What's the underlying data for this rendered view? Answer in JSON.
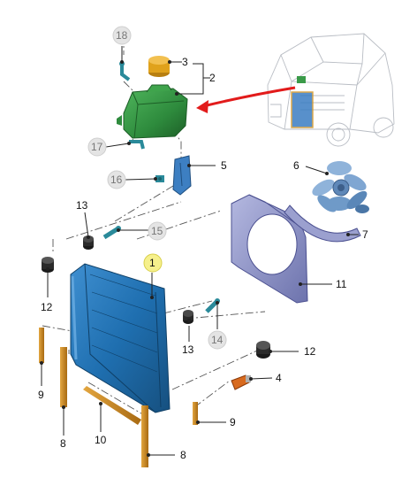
{
  "callouts": [
    {
      "id": "c1",
      "number": "1",
      "style": "highlight"
    },
    {
      "id": "c2",
      "number": "2",
      "style": "plain"
    },
    {
      "id": "c3",
      "number": "3",
      "style": "plain"
    },
    {
      "id": "c4",
      "number": "4",
      "style": "plain"
    },
    {
      "id": "c5",
      "number": "5",
      "style": "plain"
    },
    {
      "id": "c6",
      "number": "6",
      "style": "plain"
    },
    {
      "id": "c7",
      "number": "7",
      "style": "plain"
    },
    {
      "id": "c8a",
      "number": "8",
      "style": "plain"
    },
    {
      "id": "c8b",
      "number": "8",
      "style": "plain"
    },
    {
      "id": "c9a",
      "number": "9",
      "style": "plain"
    },
    {
      "id": "c9b",
      "number": "9",
      "style": "plain"
    },
    {
      "id": "c10",
      "number": "10",
      "style": "plain"
    },
    {
      "id": "c11",
      "number": "11",
      "style": "plain"
    },
    {
      "id": "c12a",
      "number": "12",
      "style": "plain"
    },
    {
      "id": "c12b",
      "number": "12",
      "style": "plain"
    },
    {
      "id": "c13a",
      "number": "13",
      "style": "plain"
    },
    {
      "id": "c13b",
      "number": "13",
      "style": "plain"
    },
    {
      "id": "c14",
      "number": "14",
      "style": "ghost"
    },
    {
      "id": "c15",
      "number": "15",
      "style": "ghost"
    },
    {
      "id": "c16",
      "number": "16",
      "style": "ghost"
    },
    {
      "id": "c17",
      "number": "17",
      "style": "ghost"
    },
    {
      "id": "c18",
      "number": "18",
      "style": "ghost"
    }
  ],
  "colors": {
    "radiator": "#1f6fb0",
    "expansion_tank": "#2e8b3d",
    "cap": "#e0a21c",
    "fan_shroud": "#8a90c4",
    "fan": "#6f9ac8",
    "brace": "#c98a1e",
    "arrow": "#e21b1b",
    "highlight_callout": "#f6f08c"
  }
}
